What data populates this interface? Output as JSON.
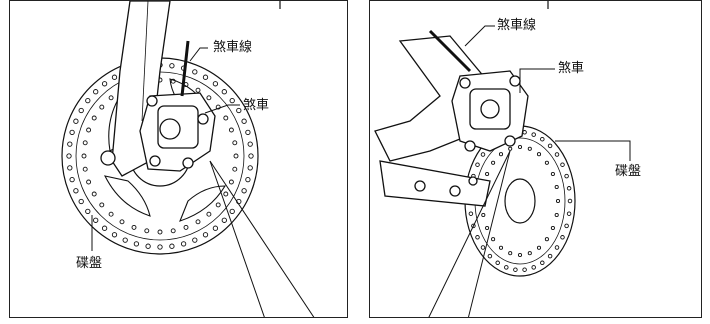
{
  "panels": [
    {
      "labels": {
        "cable": "煞車線",
        "caliper": "煞車",
        "rotor": "碟盤"
      }
    },
    {
      "labels": {
        "cable": "煞車線",
        "caliper": "煞車",
        "rotor": "碟盤"
      }
    }
  ]
}
